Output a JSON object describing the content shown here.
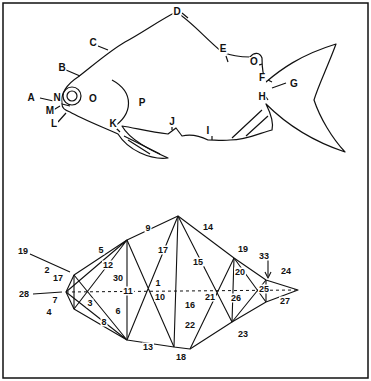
{
  "diagram": {
    "labels": [
      "D",
      "C",
      "B",
      "E",
      "O",
      "F",
      "G",
      "A",
      "N",
      "O",
      "P",
      "H",
      "M",
      "L",
      "K",
      "J",
      "I",
      "9",
      "14",
      "19",
      "5",
      "17",
      "19",
      "33",
      "15",
      "12",
      "2",
      "17",
      "20",
      "24",
      "30",
      "1",
      "11",
      "25",
      "28",
      "10",
      "21",
      "26",
      "27",
      "7",
      "3",
      "16",
      "6",
      "4",
      "8",
      "22",
      "23",
      "13",
      "18"
    ]
  }
}
